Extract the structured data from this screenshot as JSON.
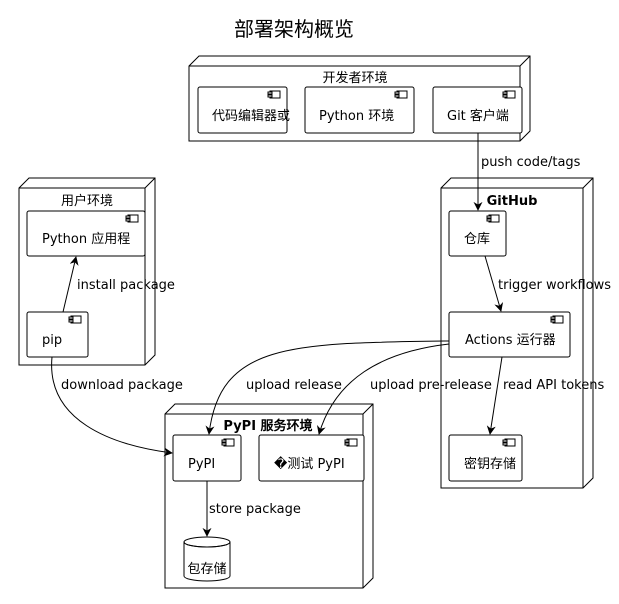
{
  "title": "部署架构概览",
  "nodes": {
    "dev_env": {
      "label": "开发者环境",
      "components": {
        "editor": "代码编辑器或",
        "python_env": "Python 环境",
        "git_client": "Git 客户端"
      }
    },
    "github": {
      "label": "GitHub",
      "components": {
        "repo": "仓库",
        "actions": "Actions 运行器",
        "secrets": "密钥存储"
      }
    },
    "user_env": {
      "label": "用户环境",
      "components": {
        "app": "Python 应用程",
        "pip": "pip"
      }
    },
    "pypi": {
      "label": "PyPI 服务环境",
      "components": {
        "pypi": "PyPI",
        "test_pypi": "�测试 PyPI",
        "storage": "包存储"
      }
    }
  },
  "edges": {
    "push": "push code/tags",
    "trigger": "trigger workflows",
    "install": "install package",
    "download": "download package",
    "upload_release": "upload release",
    "upload_pre": "upload pre-release",
    "read_tokens": "read API tokens",
    "store": "store package"
  }
}
